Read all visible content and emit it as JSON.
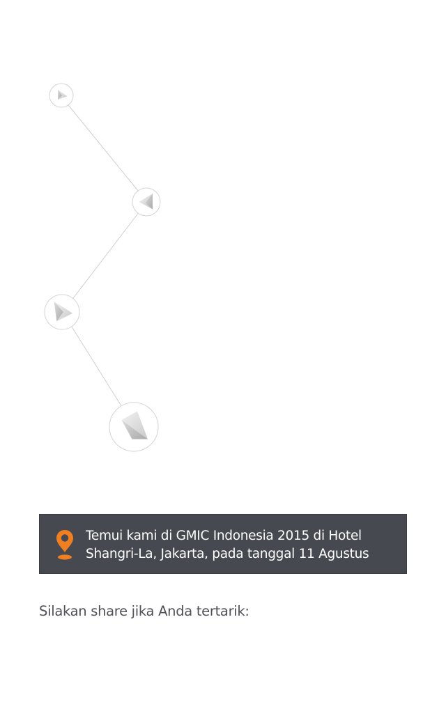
{
  "banner": {
    "icon": "location-pin-icon",
    "accent_color": "#f07f22",
    "background_color": "#464950",
    "line1": "Temui kami di GMIC Indonesia 2015 di Hotel",
    "line2": "Shangri-La, Jakarta, pada tanggal 11 Agustus"
  },
  "share_prompt": "Silakan share jika Anda tertarik:",
  "graphic": {
    "node_icon": "paper-plane-icon",
    "node_count": 4,
    "stroke_color": "#c8c8c8"
  }
}
